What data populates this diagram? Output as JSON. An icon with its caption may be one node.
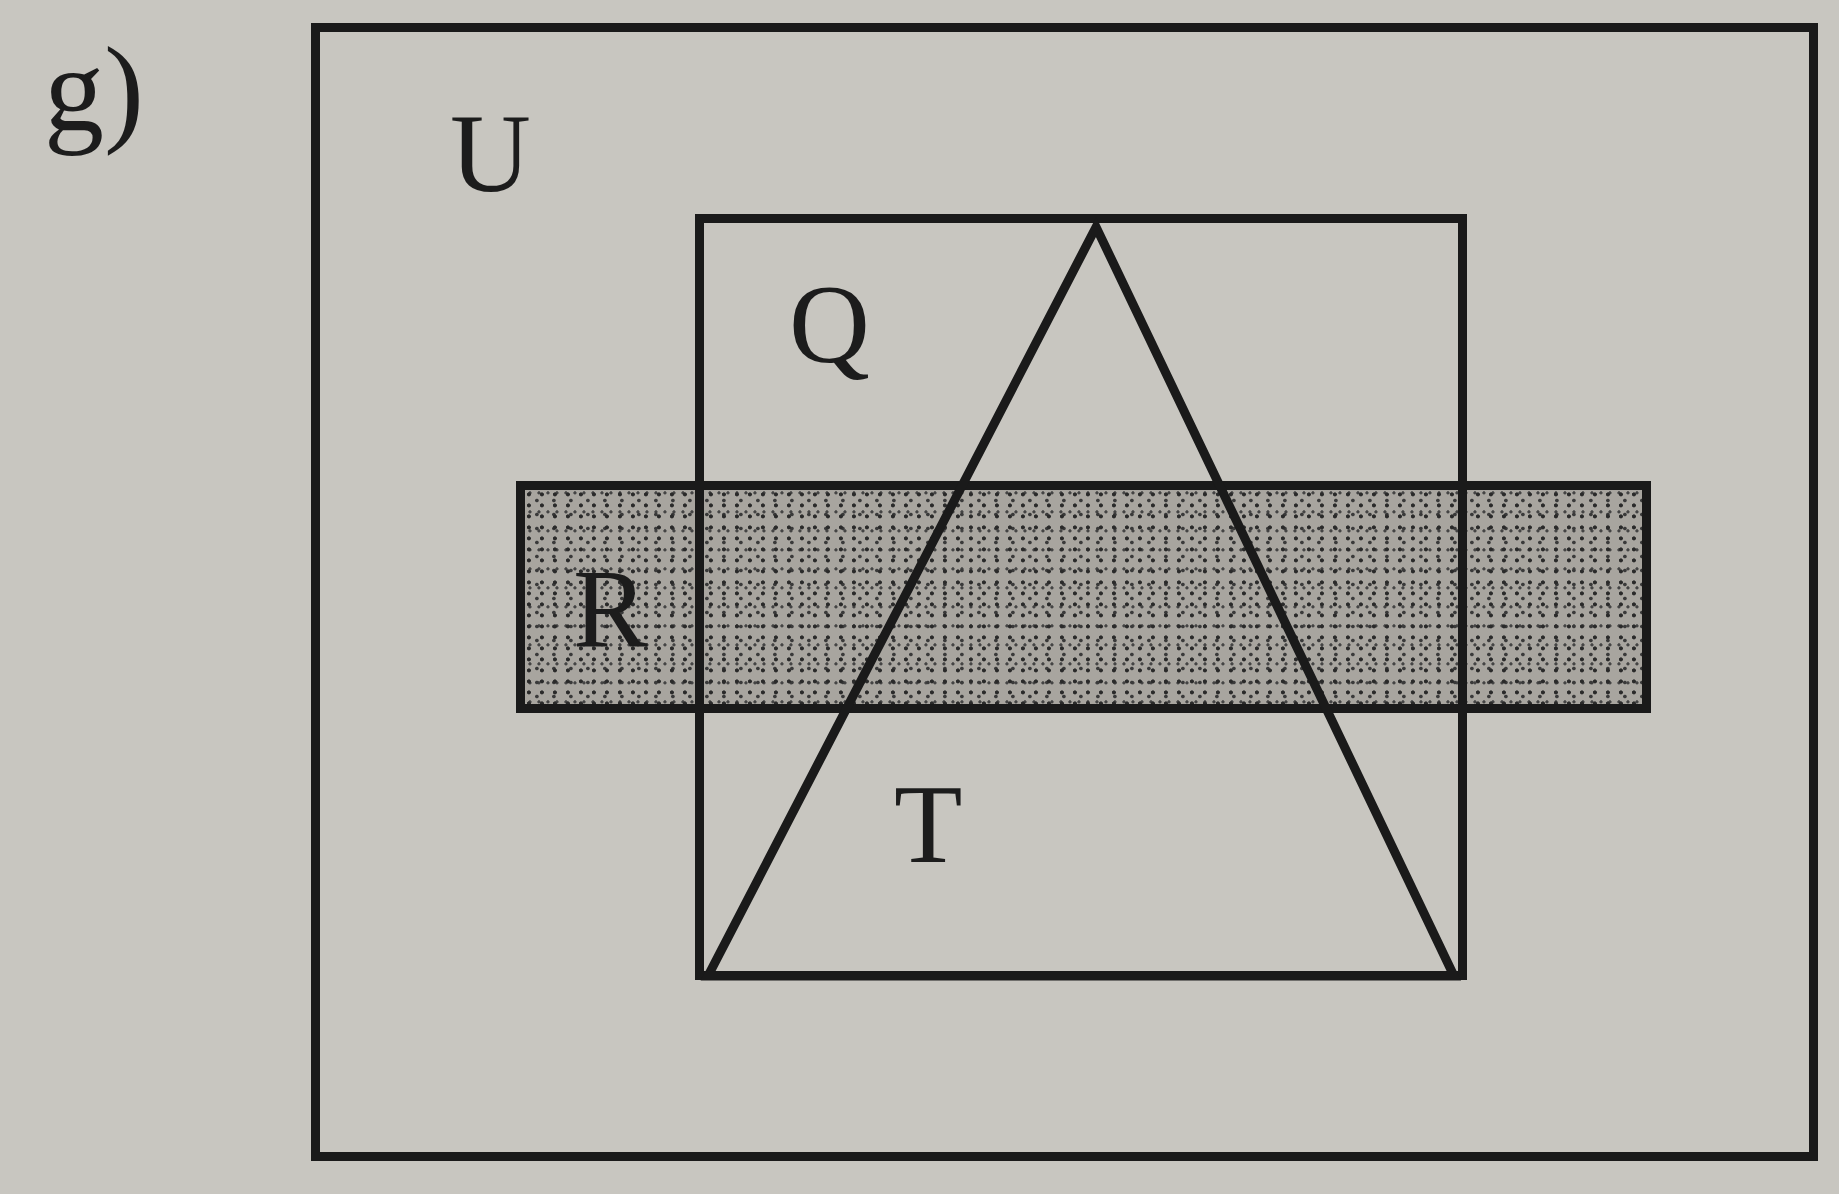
{
  "diagram": {
    "nodes": [
      {
        "text": [
          "U"
        ]
      },
      {
        "text": [
          "Q"
        ],
        "in": 0
      },
      {
        "text": [
          "R"
        ],
        "in": 0
      },
      {
        "text": [
          "T"
        ],
        "in": 1
      }
    ],
    "labels": [
      "g)"
    ]
  }
}
